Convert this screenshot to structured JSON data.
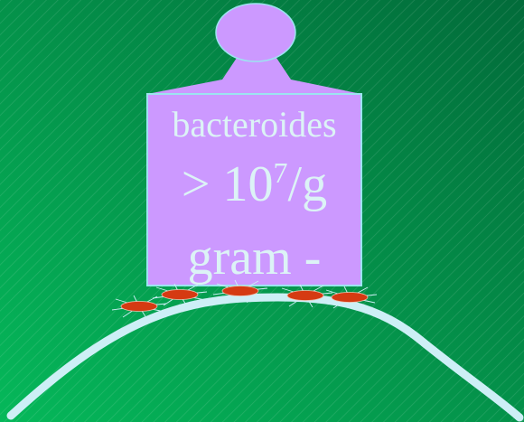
{
  "label": {
    "line1": "bacteroides",
    "line2": {
      "prefix": "> 10",
      "exponent": "7",
      "suffix": "/g"
    },
    "line3": "gram -"
  },
  "colors": {
    "background_light": "#05b85a",
    "background_dark": "#026b3a",
    "weight": "#cc99ff",
    "weight_border": "#9ce4f0",
    "curve": "#cdeff6",
    "bacteria": "#d53a12",
    "text": "#dcf3f6"
  },
  "icons": {
    "weight": "weight-icon",
    "bacterium": "bacterium-icon"
  }
}
